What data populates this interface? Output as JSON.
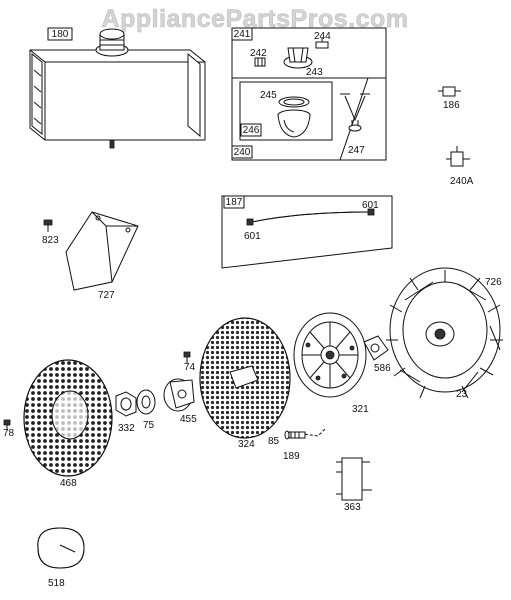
{
  "watermark": "AppliancePartsPros.com",
  "labels": {
    "l180": "180",
    "l241": "241",
    "l242": "242",
    "l243": "243",
    "l244": "244",
    "l245": "245",
    "l246": "246",
    "l247": "247",
    "l240": "240",
    "l186": "186",
    "l240a": "240A",
    "l187": "187",
    "l601a": "601",
    "l601b": "601",
    "l823": "823",
    "l727": "727",
    "l726": "726",
    "l74": "74",
    "l586": "586",
    "l78": "78",
    "l332": "332",
    "l75": "75",
    "l455": "455",
    "l324": "324",
    "l321": "321",
    "l23": "23",
    "l85": "85",
    "l189": "189",
    "l468": "468",
    "l363": "363",
    "l518": "518"
  }
}
